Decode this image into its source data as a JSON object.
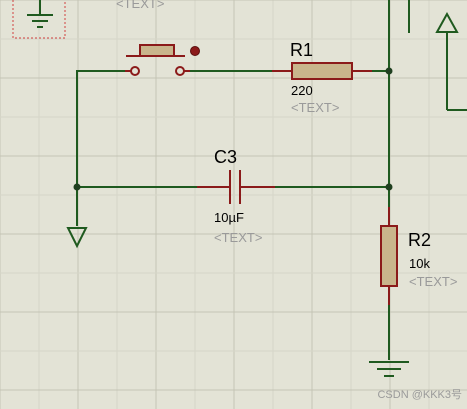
{
  "colors": {
    "background": "#e3e3d6",
    "grid_minor": "#d6d6c8",
    "grid_major": "#c4c4b5",
    "wire": "#1f5a1f",
    "component": "#8b1a1a",
    "component_fill": "#c9b58c",
    "junction": "#1f3f1f",
    "text_placeholder": "#9a9a9a",
    "selection_box": "#d04040"
  },
  "components": {
    "r1": {
      "ref": "R1",
      "value": "220",
      "text": "<TEXT>"
    },
    "r2": {
      "ref": "R2",
      "value": "10k",
      "text": "<TEXT>"
    },
    "c3": {
      "ref": "C3",
      "value": "10µF",
      "text": "<TEXT>"
    },
    "top_partial_text": "<TEXT>"
  },
  "symbols": [
    "ground-icon",
    "ground-icon",
    "ground-icon",
    "pushbutton-switch-icon",
    "resistor-icon",
    "resistor-icon",
    "capacitor-icon",
    "power-arrow-icon"
  ],
  "watermark": "CSDN @KKK3号"
}
